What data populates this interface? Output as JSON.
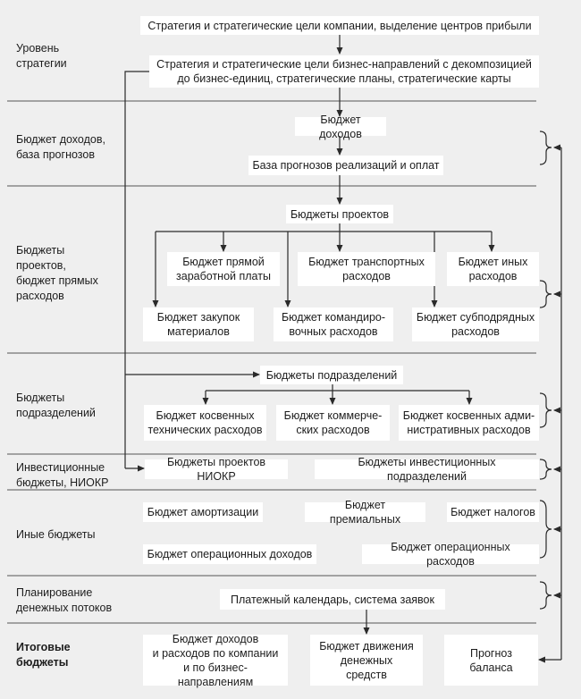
{
  "levels": {
    "strategy": "Уровень\nстратегии",
    "revenue": "Бюджет доходов,\nбаза прогнозов",
    "projects": "Бюджеты\nпроектов,\nбюджет прямых\nрасходов",
    "divisions": "Бюджеты\nподразделений",
    "invest": "Инвестиционные\nбюджеты, НИОКР",
    "other": "Иные бюджеты",
    "cashflow": "Планирование\nденежных потоков",
    "final": "Итоговые\nбюджеты"
  },
  "boxes": {
    "company_strategy": "Стратегия и стратегические цели компании, выделение центров прибыли",
    "bu_strategy": "Стратегия и стратегические цели бизнес-направлений с декомпозицией\nдо бизнес-единиц, стратегические планы, стратегические карты",
    "revenue_budget": "Бюджет доходов",
    "forecast_base": "База прогнозов реализаций и оплат",
    "project_budgets": "Бюджеты проектов",
    "direct_labor": "Бюджет прямой\nзаработной платы",
    "transport": "Бюджет транспортных\nрасходов",
    "other_exp": "Бюджет иных\nрасходов",
    "materials": "Бюджет закупок\nматериалов",
    "travel": "Бюджет командиро-\nвочных расходов",
    "subcontract": "Бюджет субподрядных\nрасходов",
    "division_budgets": "Бюджеты подразделений",
    "indirect_tech": "Бюджет косвенных\nтехнических расходов",
    "commercial": "Бюджет коммерче-\nских расходов",
    "indirect_admin": "Бюджет косвенных адми-\nнистративных расходов",
    "rnd": "Бюджеты проектов НИОКР",
    "invest_div": "Бюджеты инвестиционных подразделений",
    "depreciation": "Бюджет амортизации",
    "bonus": "Бюджет премиальных",
    "taxes": "Бюджет налогов",
    "op_income": "Бюджет операционных доходов",
    "op_expense": "Бюджет операционных расходов",
    "payment_cal": "Платежный календарь, система заявок",
    "income_exp": "Бюджет доходов\nи расходов по компании\nи по бизнес-направлениям",
    "cash_flow": "Бюджет движения\nденежных\nсредств",
    "balance": "Прогноз\nбаланса"
  },
  "colors": {
    "background": "#efefef",
    "box": "#ffffff",
    "line": "#2a2a2a",
    "separator": "#555555"
  }
}
